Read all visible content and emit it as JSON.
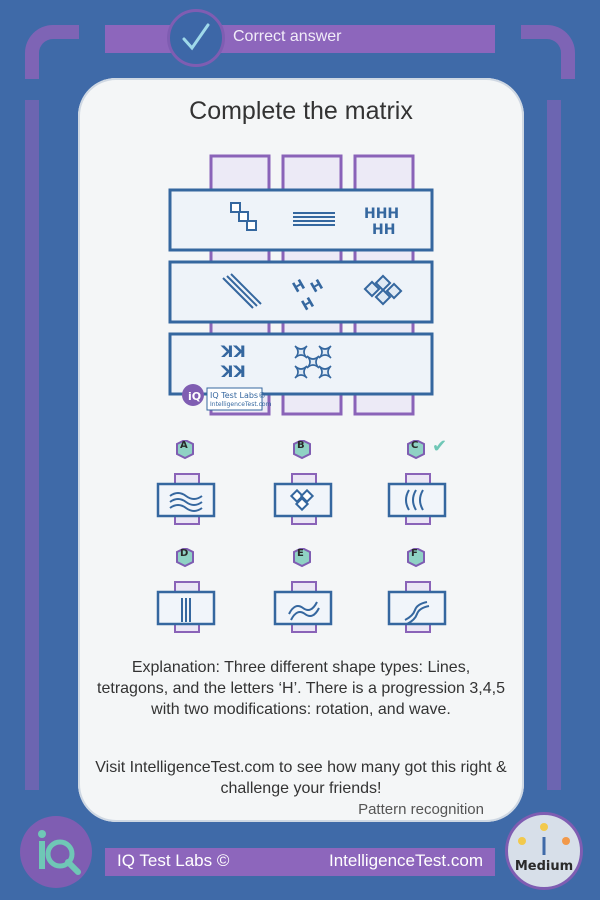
{
  "header": {
    "label": "Correct answer"
  },
  "title": "Complete the matrix",
  "watermark": {
    "brand": "IQ Test Labs©",
    "site": "IntelligenceTest.com"
  },
  "options": [
    {
      "letter": "A",
      "correct": false
    },
    {
      "letter": "B",
      "correct": false
    },
    {
      "letter": "C",
      "correct": true
    },
    {
      "letter": "D",
      "correct": false
    },
    {
      "letter": "E",
      "correct": false
    },
    {
      "letter": "F",
      "correct": false
    }
  ],
  "explanation": "Explanation: Three different shape types: Lines, tetragons, and the letters ‘H’. There is a progression 3,4,5 with two modifications: rotation, and wave.",
  "visit": "Visit IntelligenceTest.com to see how many got this right & challenge your friends!",
  "category": "Pattern recognition",
  "footer": {
    "brand": "IQ Test Labs ©",
    "site": "IntelligenceTest.com"
  },
  "difficulty": "Medium",
  "colors": {
    "background": "#3f6aa8",
    "accent": "#8d66bc",
    "correct": "#6fc7b6",
    "frame": "#3a6ea8"
  }
}
